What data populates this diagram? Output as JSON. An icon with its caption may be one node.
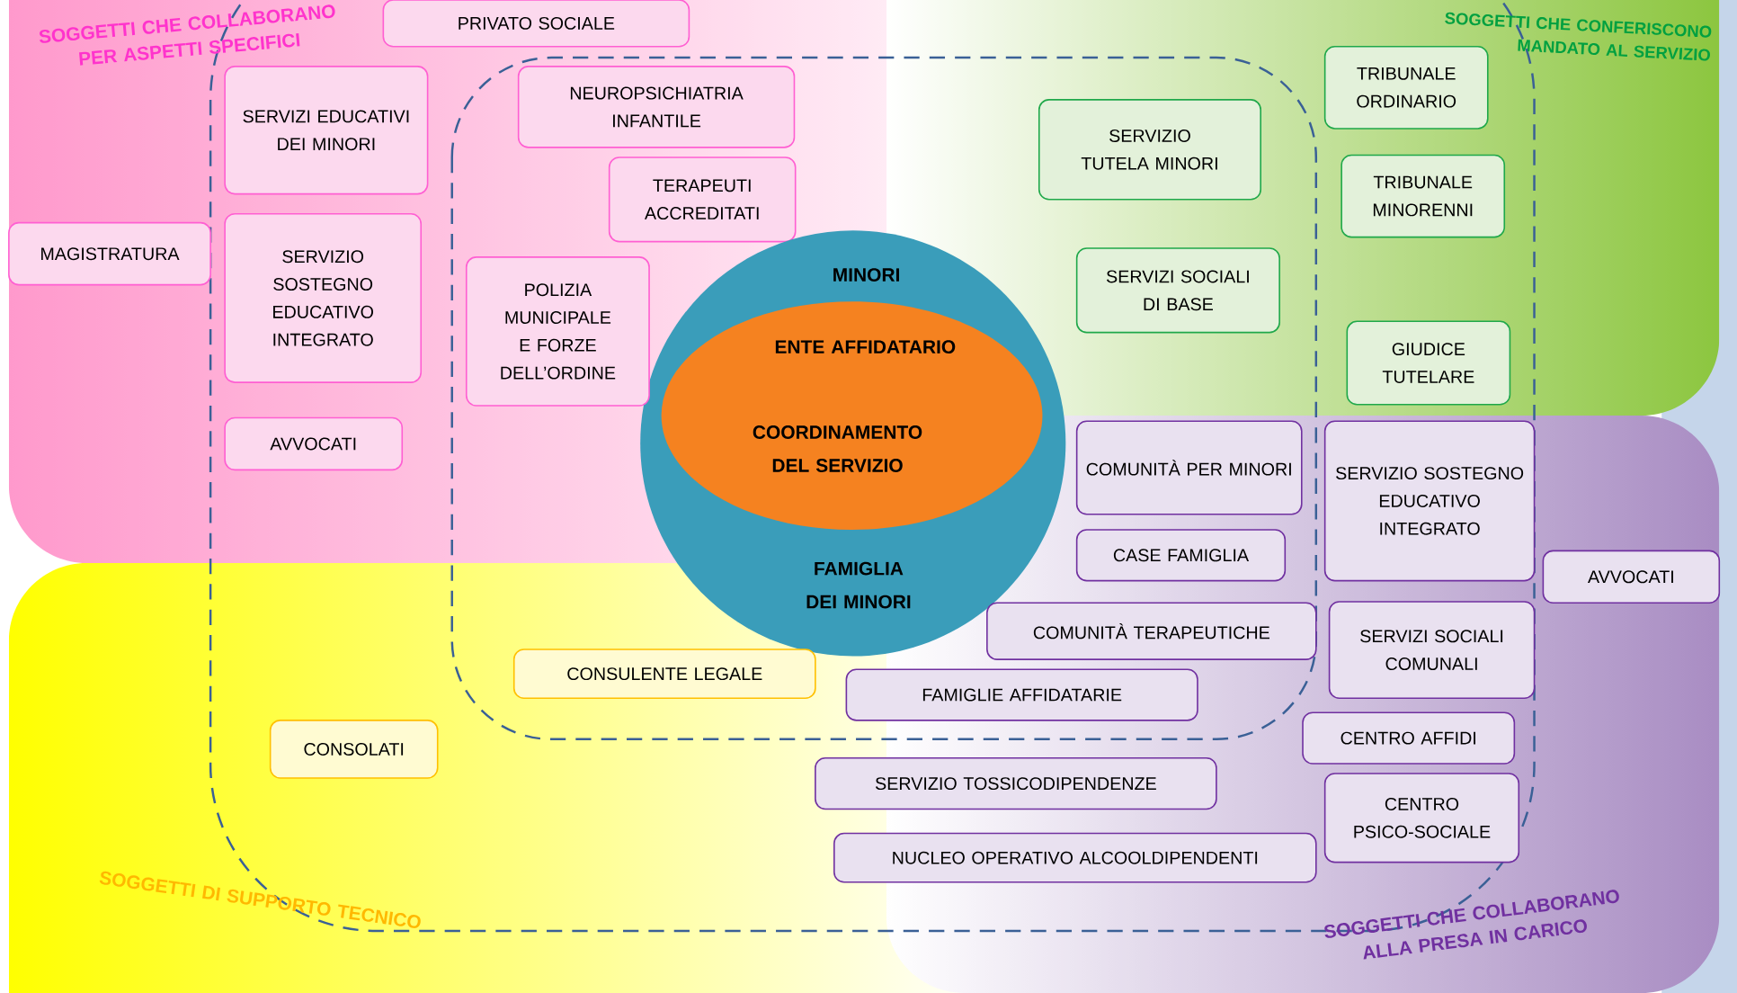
{
  "diagram": {
    "nodes": [
      {
        "text": [
          "PRIVATO SOCIALE"
        ]
      },
      {
        "text": [
          "TRIBUNALE ORDINARIO"
        ]
      },
      {
        "text": [
          "SERVIZI EDUCATIVI DEI MINORI"
        ]
      },
      {
        "text": [
          "NEUROPSICHIATRIA INFANTILE"
        ]
      },
      {
        "text": [
          "SERVIZIO TUTELA MINORI"
        ]
      },
      {
        "text": [
          "TERAPEUTI ACCREDITATI"
        ]
      },
      {
        "text": [
          "TRIBUNALE MINORENNI"
        ]
      },
      {
        "text": [
          "MAGISTRATURA"
        ]
      },
      {
        "text": [
          "SERVIZIO SOSTEGNO EDUCATIVO INTEGRATO"
        ]
      },
      {
        "text": [
          "MINORI",
          "FAMIGLIA DEI MINORI"
        ]
      },
      {
        "text": [
          "ENTE AFFIDATARIO",
          "COORDINAMENTO DEL SERVIZIO"
        ],
        "in": 9
      },
      {
        "text": [
          "SERVIZI SOCIALI DI BASE"
        ]
      },
      {
        "text": [
          "POLIZIA MUNICIPALE E FORZE DELL’ORDINE"
        ]
      },
      {
        "text": [
          "GIUDICE TUTELARE"
        ]
      },
      {
        "text": [
          "AVVOCATI"
        ]
      },
      {
        "text": [
          "COMUNITÀ PER MINORI"
        ]
      },
      {
        "text": [
          "SERVIZIO SOSTEGNO EDUCATIVO INTEGRATO"
        ]
      },
      {
        "text": [
          "CASE FAMIGLIA"
        ]
      },
      {
        "text": [
          "AVVOCATI"
        ]
      },
      {
        "text": [
          "COMUNITÀ TERAPEUTICHE"
        ]
      },
      {
        "text": [
          "SERVIZI SOCIALI COMUNALI"
        ]
      },
      {
        "text": [
          "CONSULENTE LEGALE"
        ]
      },
      {
        "text": [
          "FAMIGLIE AFFIDATARIE"
        ]
      },
      {
        "text": [
          "CENTRO AFFIDI"
        ]
      },
      {
        "text": [
          "CONSOLATI"
        ]
      },
      {
        "text": [
          "SERVIZIO TOSSICODIPENDENZE"
        ]
      },
      {
        "text": [
          "CENTRO PSICO-SOCIALE"
        ]
      },
      {
        "text": [
          "NUCLEO OPERATIVO ALCOOLDIPENDENTI"
        ]
      }
    ],
    "labels": [
      "SOGGETTI CHE COLLABORANO PER ASPETTI SPECIFICI",
      "SOGGETTI CHE CONFERISCONO MANDATO AL SERVIZIO",
      "SOGGETTI DI SUPPORTO TECNICO",
      "SOGGETTI CHE COLLABORANO ALLA PRESA IN CARICO"
    ]
  }
}
